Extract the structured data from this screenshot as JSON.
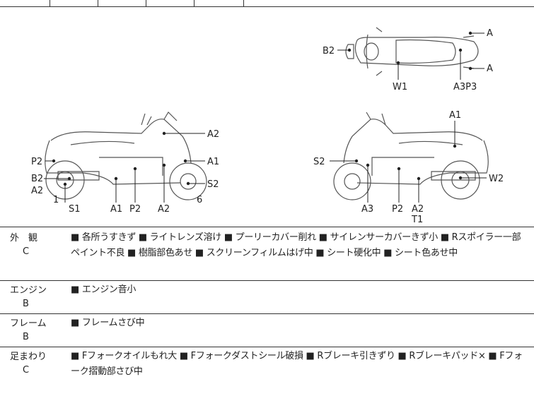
{
  "diagram": {
    "top_view_labels": [
      "A",
      "A",
      "B2",
      "W1",
      "A3P3"
    ],
    "left_view_labels": [
      "A2",
      "P2",
      "A1",
      "S2",
      "B2",
      "A2",
      "1",
      "S1",
      "A1",
      "P2",
      "A2",
      "6"
    ],
    "right_view_labels": [
      "A1",
      "S2",
      "W2",
      "A3",
      "P2",
      "A2",
      "T1"
    ]
  },
  "sections": [
    {
      "name": "外　観",
      "grade": "C",
      "notes": "■ 各所うすきず ■ ライトレンズ溶け ■ プーリーカバー削れ ■ サイレンサーカバーきず小 ■ Rスポイラー一部ペイント不良 ■ 樹脂部色あせ ■ スクリーンフィルムはげ中 ■ シート硬化中 ■ シート色あせ中"
    },
    {
      "name": "エンジン",
      "grade": "B",
      "notes": "■ エンジン音小"
    },
    {
      "name": "フレーム",
      "grade": "B",
      "notes": "■ フレームさび中"
    },
    {
      "name": "足まわり",
      "grade": "C",
      "notes": "■ Fフォークオイルもれ大 ■ Fフォークダストシール破損 ■ Rブレーキ引きずり ■ Rブレーキパッド× ■ Fフォーク摺動部さび中"
    }
  ]
}
